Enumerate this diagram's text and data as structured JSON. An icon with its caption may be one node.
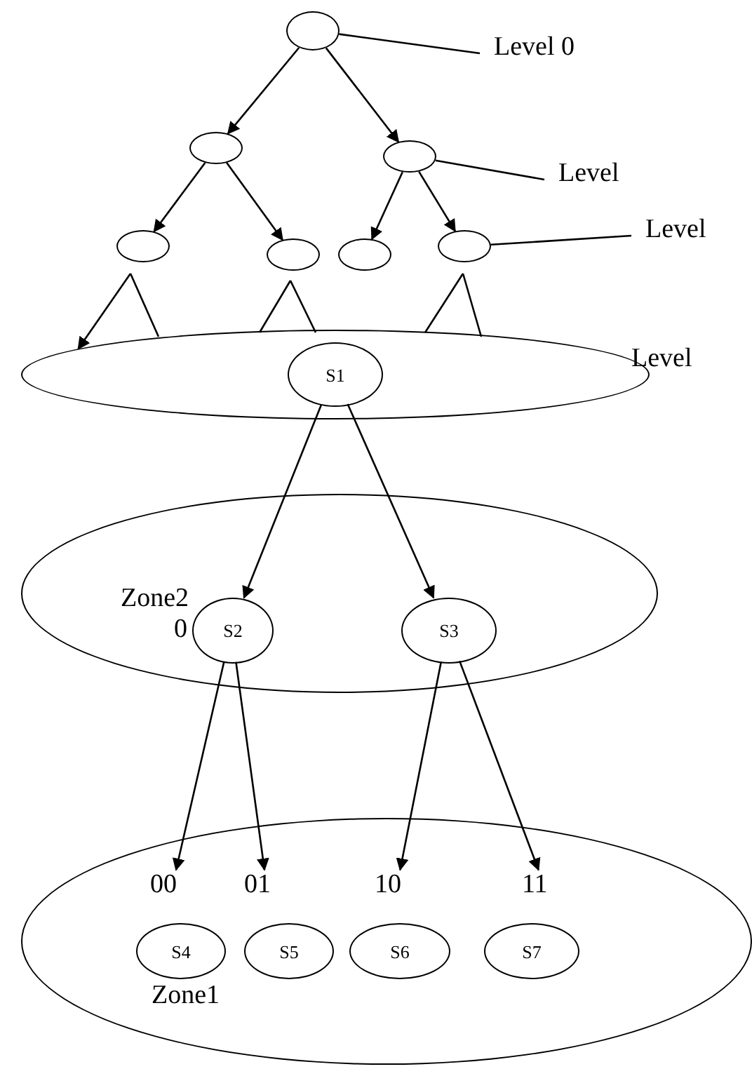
{
  "diagram": {
    "nodes": [
      {
        "text": [],
        "shape": "ellipse"
      },
      {
        "text": [],
        "shape": "ellipse"
      },
      {
        "text": [],
        "shape": "ellipse"
      },
      {
        "text": [],
        "shape": "ellipse"
      },
      {
        "text": [],
        "shape": "ellipse"
      },
      {
        "text": [],
        "shape": "ellipse"
      },
      {
        "text": [],
        "shape": "ellipse"
      },
      {
        "text": [
          "Level 0"
        ]
      },
      {
        "text": [
          "Level"
        ]
      },
      {
        "text": [
          "Level"
        ]
      },
      {
        "text": [],
        "shape": "ellipse"
      },
      {
        "text": [
          "S1"
        ],
        "in": 10
      },
      {
        "text": [
          "Zone2",
          "0"
        ]
      },
      {
        "text": [
          "S2"
        ],
        "in": 12
      },
      {
        "text": [
          "S3"
        ],
        "in": 12
      },
      {
        "text": [
          "Zone1"
        ]
      },
      {
        "text": [
          "00"
        ],
        "in": 15
      },
      {
        "text": [
          "01"
        ],
        "in": 15
      },
      {
        "text": [
          "10"
        ],
        "in": 15
      },
      {
        "text": [
          "11"
        ],
        "in": 15
      },
      {
        "text": [
          "S4"
        ],
        "in": 15
      },
      {
        "text": [
          "S5"
        ],
        "in": 15
      },
      {
        "text": [
          "S6"
        ],
        "in": 15
      },
      {
        "text": [
          "S7"
        ],
        "in": 15
      }
    ],
    "edges": [
      {
        "from": 0,
        "to": 1,
        "arrow": "to"
      },
      {
        "from": 0,
        "to": 2,
        "arrow": "to"
      },
      {
        "from": 1,
        "to": 3,
        "arrow": "to"
      },
      {
        "from": 1,
        "to": 4,
        "arrow": "to"
      },
      {
        "from": 2,
        "to": 5,
        "arrow": "to"
      },
      {
        "from": 2,
        "to": 6,
        "arrow": "to"
      },
      {
        "from": 7,
        "to": 0,
        "arrow": "none"
      },
      {
        "from": 8,
        "to": 2,
        "arrow": "none"
      },
      {
        "from": 9,
        "to": 6,
        "arrow": "none"
      },
      {
        "from": 11,
        "to": 13,
        "arrow": "to"
      },
      {
        "from": 11,
        "to": 14,
        "arrow": "to"
      },
      {
        "from": 13,
        "to": 16,
        "arrow": "to"
      },
      {
        "from": 13,
        "to": 17,
        "arrow": "to"
      },
      {
        "from": 14,
        "to": 18,
        "arrow": "to"
      },
      {
        "from": 14,
        "to": 19,
        "arrow": "to"
      },
      {
        "from": null,
        "to": 10,
        "arrow": "to"
      }
    ],
    "labels": [
      "Level"
    ]
  }
}
